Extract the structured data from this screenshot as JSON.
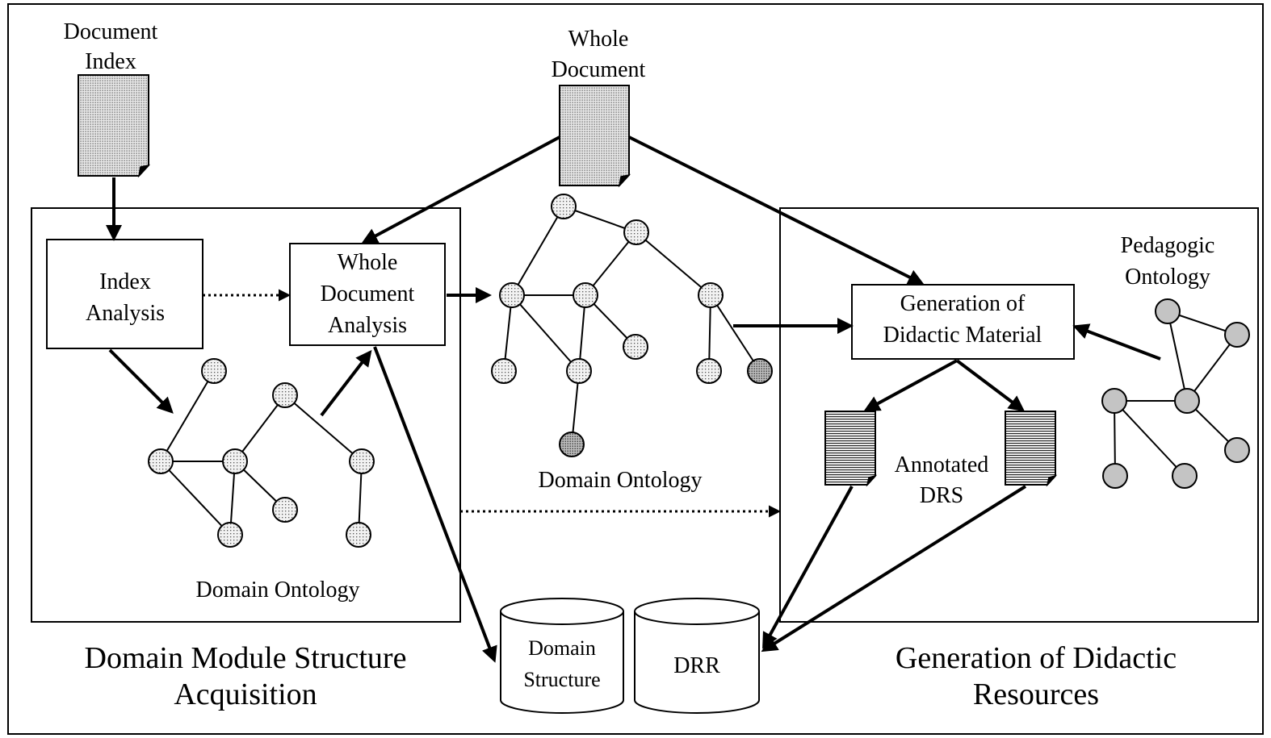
{
  "inputs": {
    "document_index": [
      "Document",
      "Index"
    ],
    "whole_document": [
      "Whole",
      "Document"
    ]
  },
  "processes": {
    "index_analysis": [
      "Index",
      "Analysis"
    ],
    "whole_document_analysis": [
      "Whole",
      "Document",
      "Analysis"
    ],
    "generation_of_didactic_material": [
      "Generation of",
      "Didactic Material"
    ]
  },
  "ontologies": {
    "domain_ontology_left": "Domain Ontology",
    "domain_ontology_center": "Domain Ontology",
    "pedagogic_ontology": [
      "Pedagogic",
      "Ontology"
    ]
  },
  "outputs": {
    "annotated_drs": [
      "Annotated",
      "DRS"
    ],
    "domain_structure": [
      "Domain",
      "Structure"
    ],
    "drr": "DRR"
  },
  "modules": {
    "domain_module": [
      "Domain Module Structure",
      "Acquisition"
    ],
    "generation_module": [
      "Generation of Didactic",
      "Resources"
    ]
  }
}
